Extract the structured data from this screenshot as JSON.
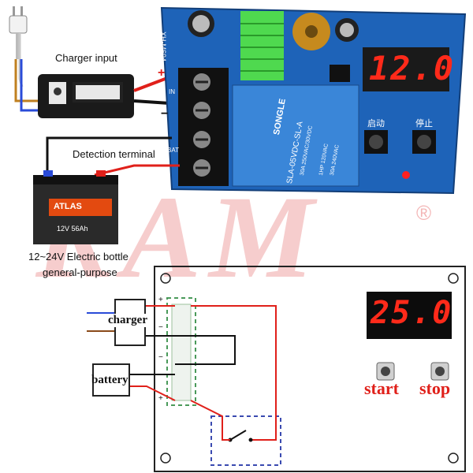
{
  "watermark": {
    "text": "RAM",
    "registered_mark": "®",
    "color": "#f6c8c8"
  },
  "photo": {
    "charger_input_label": "Charger input",
    "detection_terminal_label": "Detection terminal",
    "battery_caption_line1": "12~24V Electric bottle",
    "battery_caption_line2": "general-purpose",
    "display_value": "12.0",
    "board_model": "XH-M604",
    "relay_brand": "SONGLE",
    "relay_model": "SLA-05VDC-SL-A",
    "relay_rating1": "30A 250VAC/30VDC",
    "relay_rating2": "1HP 120VAC",
    "relay_rating3": "30A 240VAC",
    "terminal_in_label": "IN",
    "terminal_bat_label": "BAT",
    "btn_start_cn": "启动",
    "btn_stop_cn": "停止",
    "battery_brand": "ATLAS",
    "battery_spec": "12V 56Ah",
    "plus_sign": "+",
    "minus_sign": "−"
  },
  "schematic": {
    "charger_label": "charger",
    "battery_label": "battery",
    "display_value": "25.0",
    "start_label": "start",
    "stop_label": "stop",
    "plus_sign": "+",
    "minus_sign": "−"
  },
  "colors": {
    "board_blue": "#1e63b8",
    "display_red": "#ff2a1a",
    "wire_red": "#e0201a",
    "wire_black": "#111111",
    "wire_blue": "#2a4bd8",
    "wire_brown": "#8a4a1a",
    "dash_green": "#4a9a5a",
    "dash_blue": "#3a4ab0"
  }
}
